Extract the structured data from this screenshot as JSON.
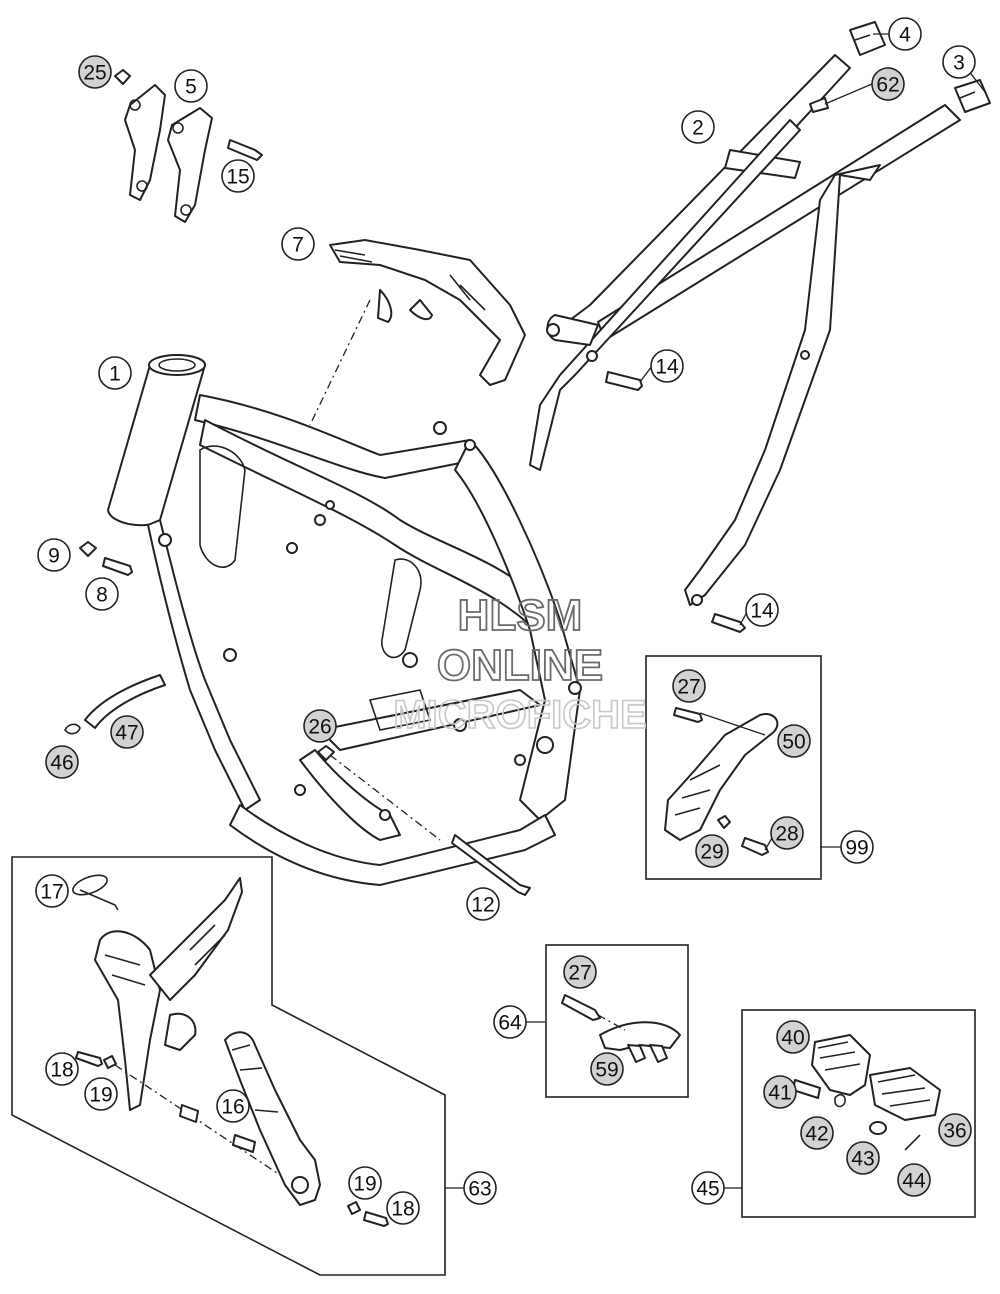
{
  "watermark": {
    "line1": "HLSM",
    "line2": "ONLINE",
    "line3": "MICROFICHE"
  },
  "callouts": [
    {
      "id": "c1",
      "label": "1",
      "style": "white"
    },
    {
      "id": "c2",
      "label": "2",
      "style": "white"
    },
    {
      "id": "c3",
      "label": "3",
      "style": "white"
    },
    {
      "id": "c4",
      "label": "4",
      "style": "white"
    },
    {
      "id": "c5",
      "label": "5",
      "style": "white"
    },
    {
      "id": "c7",
      "label": "7",
      "style": "white"
    },
    {
      "id": "c8",
      "label": "8",
      "style": "white"
    },
    {
      "id": "c9",
      "label": "9",
      "style": "white"
    },
    {
      "id": "c12",
      "label": "12",
      "style": "white"
    },
    {
      "id": "c14a",
      "label": "14",
      "style": "white"
    },
    {
      "id": "c14b",
      "label": "14",
      "style": "white"
    },
    {
      "id": "c15",
      "label": "15",
      "style": "white"
    },
    {
      "id": "c16",
      "label": "16",
      "style": "white"
    },
    {
      "id": "c17",
      "label": "17",
      "style": "white"
    },
    {
      "id": "c18a",
      "label": "18",
      "style": "white"
    },
    {
      "id": "c18b",
      "label": "18",
      "style": "white"
    },
    {
      "id": "c19a",
      "label": "19",
      "style": "white"
    },
    {
      "id": "c19b",
      "label": "19",
      "style": "white"
    },
    {
      "id": "c25",
      "label": "25",
      "style": "grey"
    },
    {
      "id": "c26",
      "label": "26",
      "style": "grey"
    },
    {
      "id": "c27a",
      "label": "27",
      "style": "grey"
    },
    {
      "id": "c27b",
      "label": "27",
      "style": "grey"
    },
    {
      "id": "c28",
      "label": "28",
      "style": "grey"
    },
    {
      "id": "c29",
      "label": "29",
      "style": "grey"
    },
    {
      "id": "c36",
      "label": "36",
      "style": "grey"
    },
    {
      "id": "c40",
      "label": "40",
      "style": "grey"
    },
    {
      "id": "c41",
      "label": "41",
      "style": "grey"
    },
    {
      "id": "c42",
      "label": "42",
      "style": "grey"
    },
    {
      "id": "c43",
      "label": "43",
      "style": "grey"
    },
    {
      "id": "c44",
      "label": "44",
      "style": "grey"
    },
    {
      "id": "c45",
      "label": "45",
      "style": "white"
    },
    {
      "id": "c46",
      "label": "46",
      "style": "grey"
    },
    {
      "id": "c47",
      "label": "47",
      "style": "grey"
    },
    {
      "id": "c50",
      "label": "50",
      "style": "grey"
    },
    {
      "id": "c59",
      "label": "59",
      "style": "grey"
    },
    {
      "id": "c62",
      "label": "62",
      "style": "grey"
    },
    {
      "id": "c63",
      "label": "63",
      "style": "white"
    },
    {
      "id": "c64",
      "label": "64",
      "style": "white"
    },
    {
      "id": "c99",
      "label": "99",
      "style": "white"
    }
  ]
}
